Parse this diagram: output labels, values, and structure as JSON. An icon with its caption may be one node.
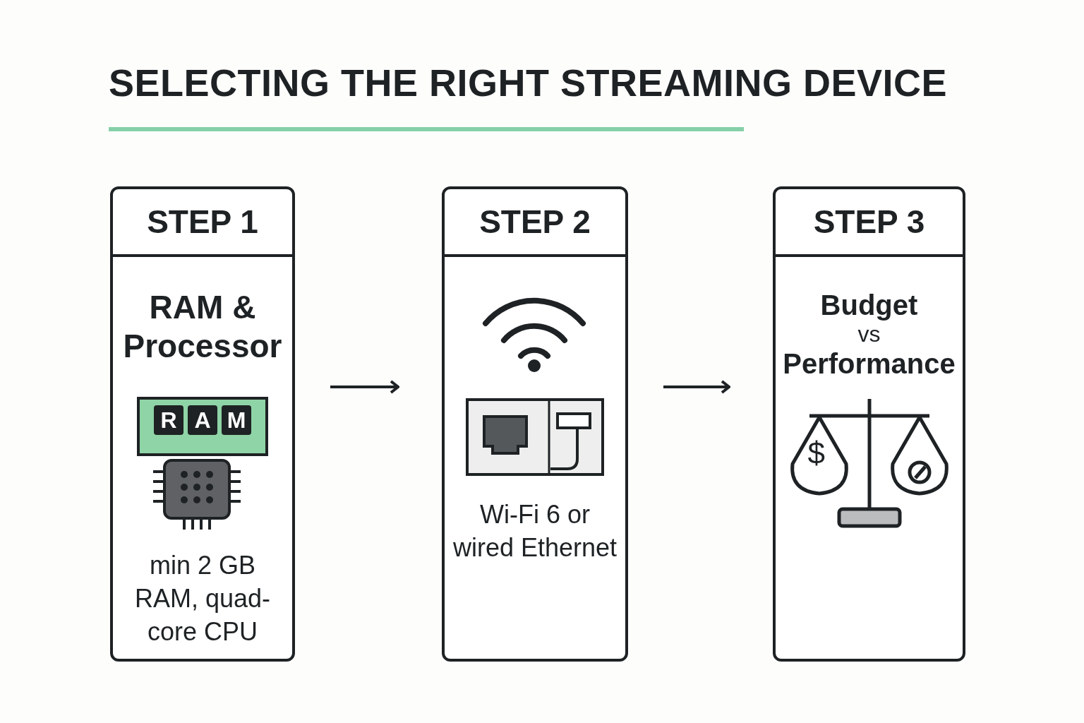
{
  "diagram": {
    "title": "SELECTING THE RIGHT STREAMING DEVICE",
    "nodes": [
      {
        "text": [
          "STEP 1",
          "RAM & Processor",
          "min 2 GB RAM, quad-core CPU"
        ]
      },
      {
        "text": [
          "STEP 2",
          "Wi-Fi 6 or wired Ethernet"
        ]
      },
      {
        "text": [
          "STEP 3",
          "Budget",
          "vs",
          "Performance"
        ]
      }
    ],
    "edges": [
      {
        "from": 0,
        "to": 1,
        "arrow": "to"
      },
      {
        "from": 1,
        "to": 2,
        "arrow": "to"
      }
    ],
    "labels": [
      "R",
      "A",
      "M",
      "$"
    ]
  }
}
